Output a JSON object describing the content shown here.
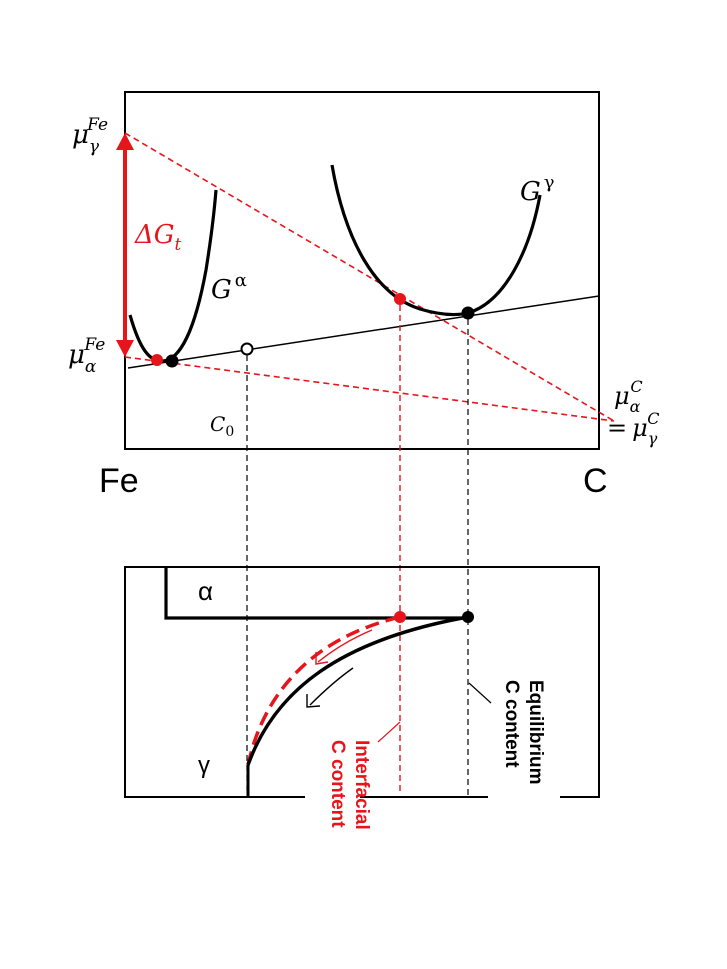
{
  "colors": {
    "line": "#000000",
    "accent": "#e8141b"
  },
  "top_diagram": {
    "mu_gamma_fe": {
      "base": "μ",
      "sub": "γ",
      "sup": "Fe"
    },
    "delta_g": {
      "base": "ΔG",
      "sub": "t"
    },
    "mu_alpha_fe": {
      "base": "μ",
      "sub": "α",
      "sup": "Fe"
    },
    "g_alpha": {
      "base": "G",
      "sup": "α"
    },
    "g_gamma": {
      "base": "G",
      "sup": "γ"
    },
    "c0": {
      "base": "C",
      "sub": "0"
    },
    "mu_alpha_c": {
      "base": "μ",
      "sub": "α",
      "sup": "C"
    },
    "mu_gamma_c": {
      "prefix": "=",
      "base": "μ",
      "sub": "γ",
      "sup": "C"
    },
    "axis_left": "Fe",
    "axis_right": "C"
  },
  "bottom_diagram": {
    "phase_alpha": "α",
    "phase_gamma": "γ",
    "interfacial": [
      "Interfacial",
      "C content"
    ],
    "equilibrium": [
      "Equilibrium",
      "C content"
    ]
  }
}
